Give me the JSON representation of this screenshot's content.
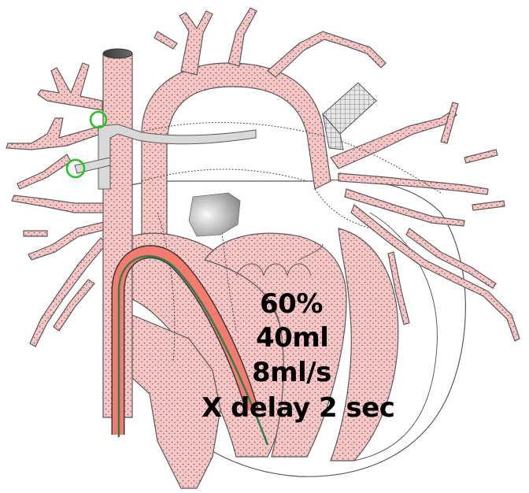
{
  "colors": {
    "tissue_fill": "#f2c9c9",
    "tissue_dots": "#c8484a",
    "outline": "#5a5a5a",
    "catheter": "#f47b6e",
    "guidewire": "#2e7d4f",
    "marker_ring": "#22c41f",
    "sheath": "#cfcfcf",
    "stent_mesh": "#6b6b6b"
  },
  "icons": [
    "heart-diagram",
    "catheter-icon",
    "vessel-marker-icon",
    "stent-icon"
  ],
  "injection": {
    "concentration": "60%",
    "volume": "40ml",
    "rate": "8ml/s",
    "delay": "X delay 2 sec"
  }
}
